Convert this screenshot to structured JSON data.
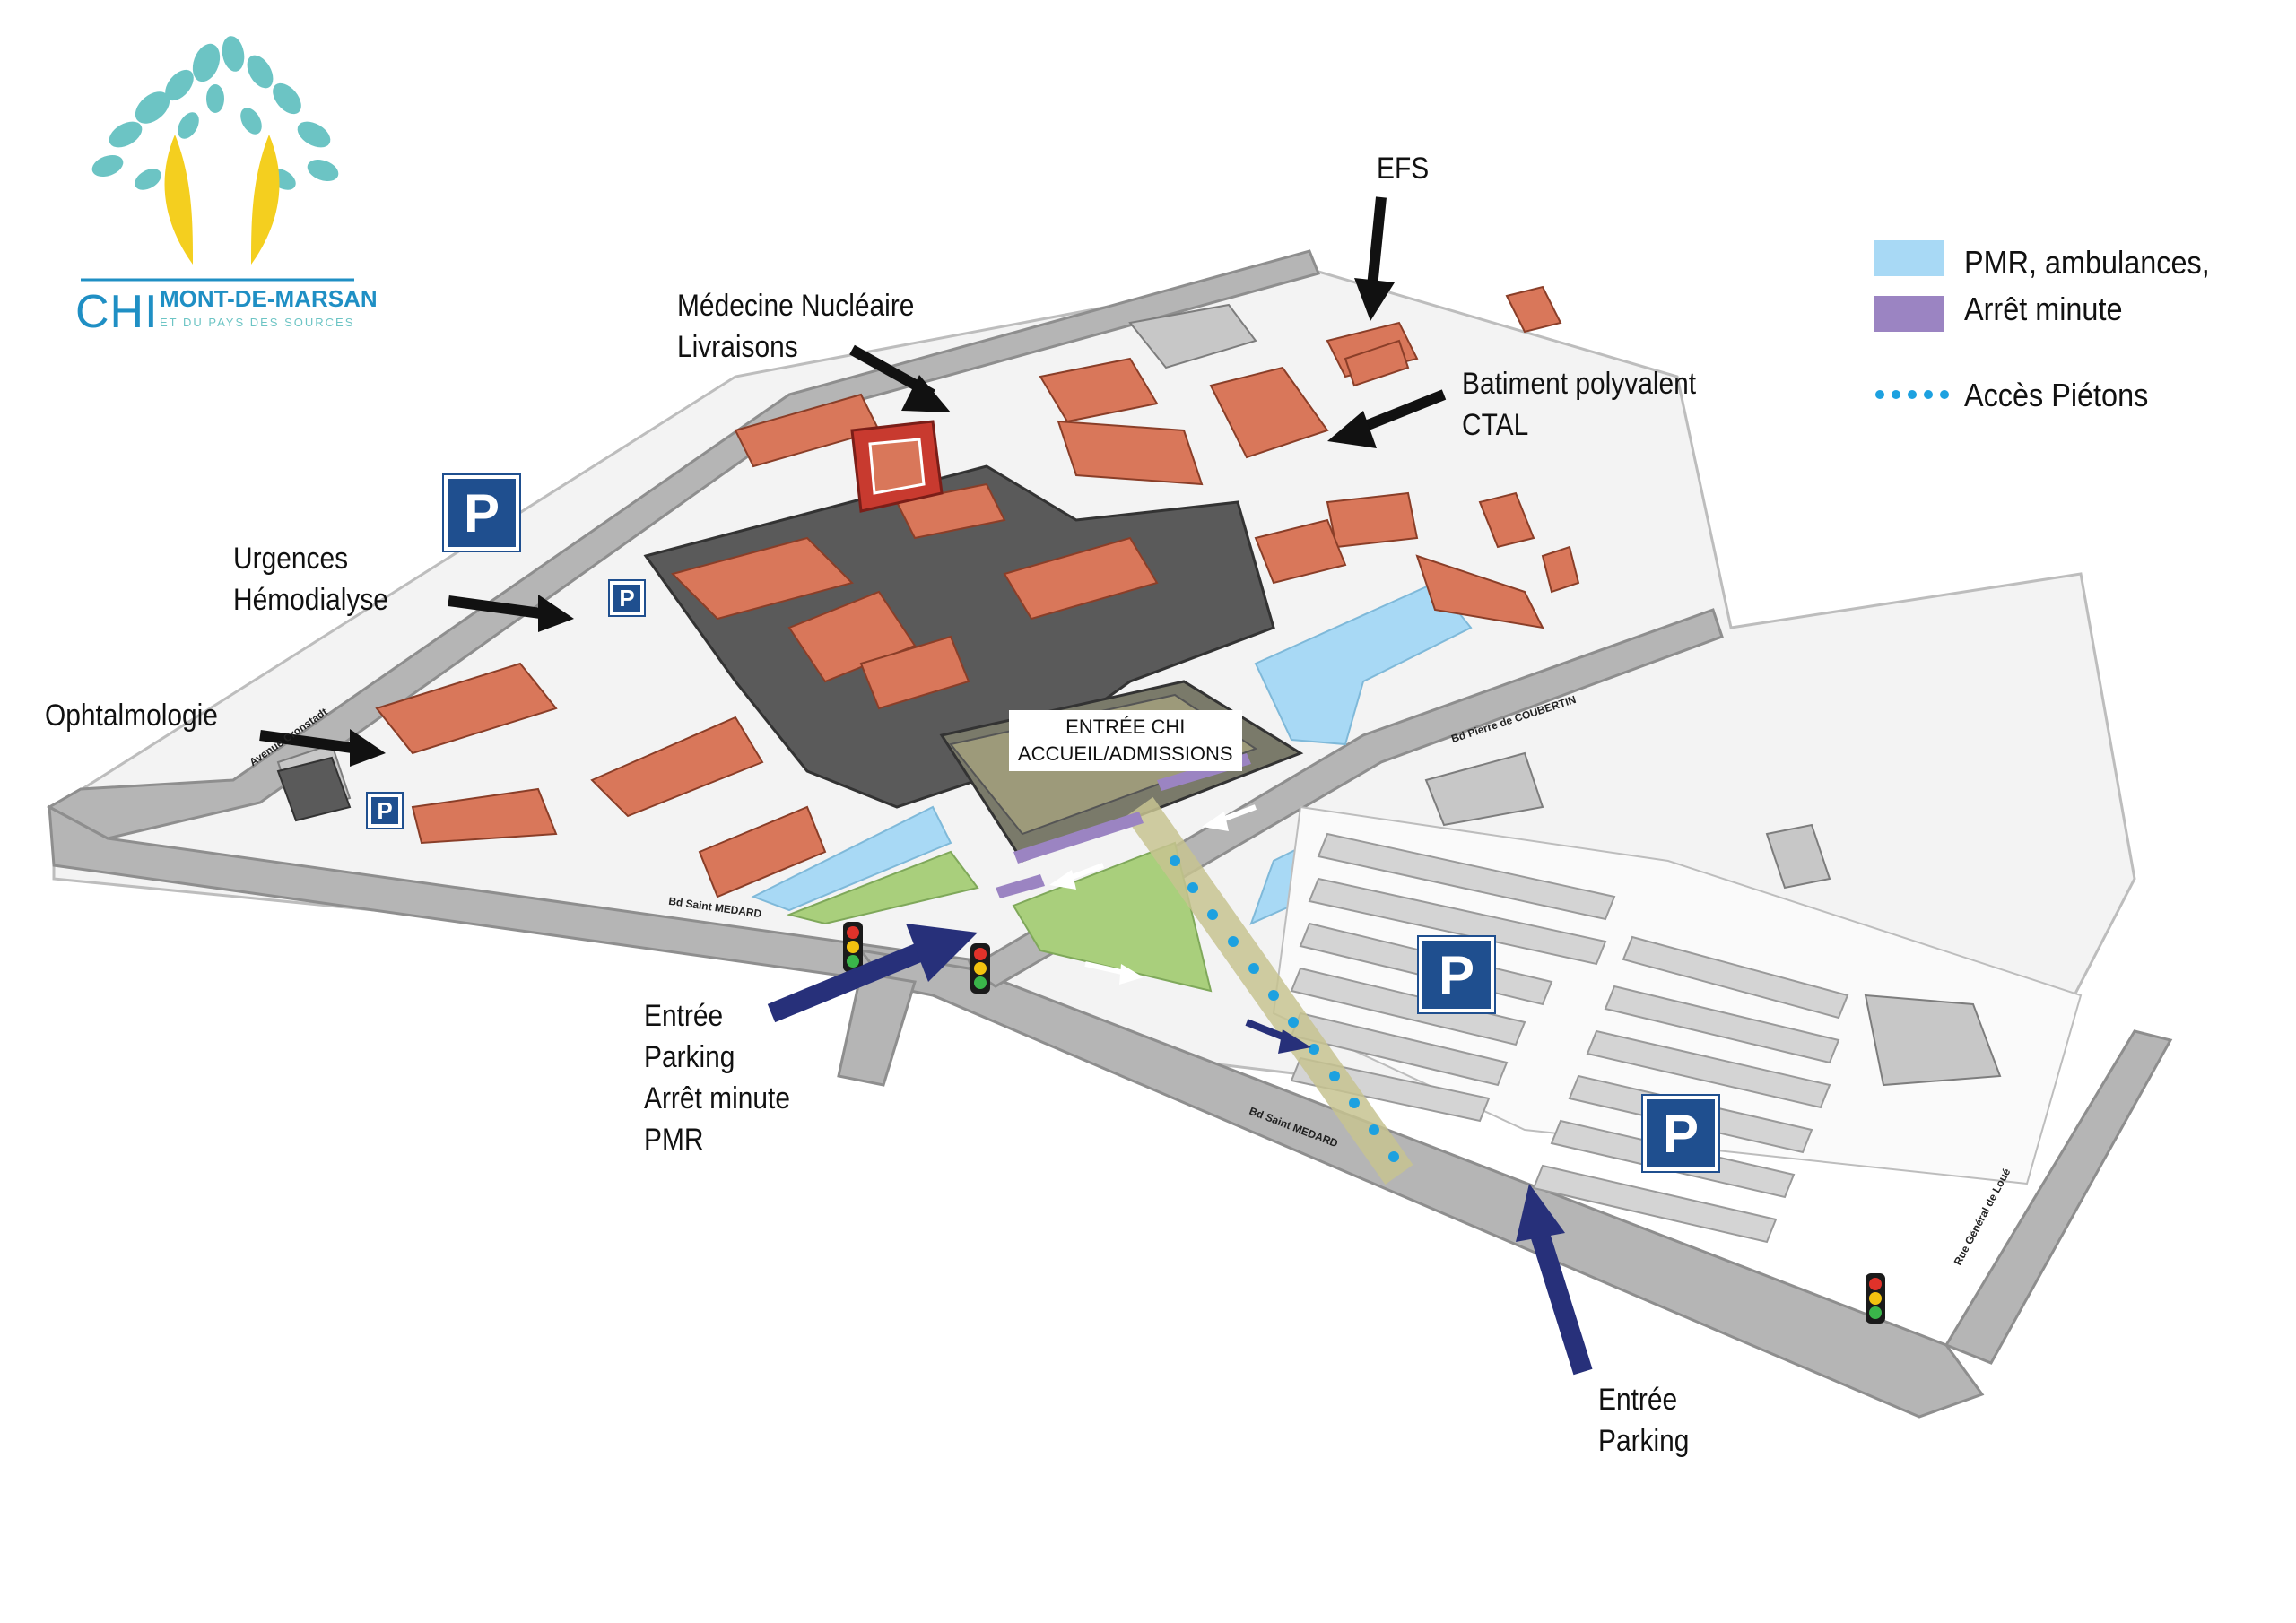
{
  "logo": {
    "acronym": "CHI",
    "name_line1": "MONT-DE-MARSAN",
    "name_line2": "ET DU PAYS DES SOURCES"
  },
  "labels": {
    "efs": "EFS",
    "medecine": [
      "Médecine Nucléaire",
      "Livraisons"
    ],
    "batiment": [
      "Batiment polyvalent",
      "CTAL"
    ],
    "urgences": [
      "Urgences",
      "Hémodialyse"
    ],
    "ophtalmologie": "Ophtalmologie",
    "entree_chi": [
      "ENTRÉE CHI",
      "ACCUEIL/ADMISSIONS"
    ],
    "entree_parking_pmr": [
      "Entrée",
      "Parking",
      "Arrêt minute",
      "PMR"
    ],
    "entree_parking": [
      "Entrée",
      "Parking"
    ]
  },
  "legend": [
    {
      "text": "PMR, ambulances,",
      "color": "#a8d9f5"
    },
    {
      "text": "Arrêt minute",
      "color": "#9b84c2"
    },
    {
      "text": "Accès Piétons",
      "color": "#1da1e0",
      "style": "dotted"
    }
  ],
  "parking_symbol": "P",
  "streets": {
    "bd_saint_medard_1": "Bd Saint MEDARD",
    "bd_saint_medard_2": "Bd Saint MEDARD",
    "pierre_de_coubertin": "Bd Pierre de COUBERTIN",
    "rue_loue": "Rue Général de Loué",
    "avenue_cronstadt": "Avenue Cronstadt"
  },
  "colors": {
    "road": "#b5b5b5",
    "roof": "#d9775a",
    "building_dark": "#5a5a5a",
    "wall": "#c9b48f",
    "lawn": "#a9cf7c",
    "pmr_zone": "#a8d9f5",
    "parking_bay": "#d4d4d4",
    "arrow_blue": "#27307a",
    "arrow_black": "#111111",
    "parking_badge": "#1f4f8f",
    "logo_blue": "#1f8fc4",
    "logo_yellow": "#f4cf1f",
    "logo_teal": "#6cc4c4"
  }
}
